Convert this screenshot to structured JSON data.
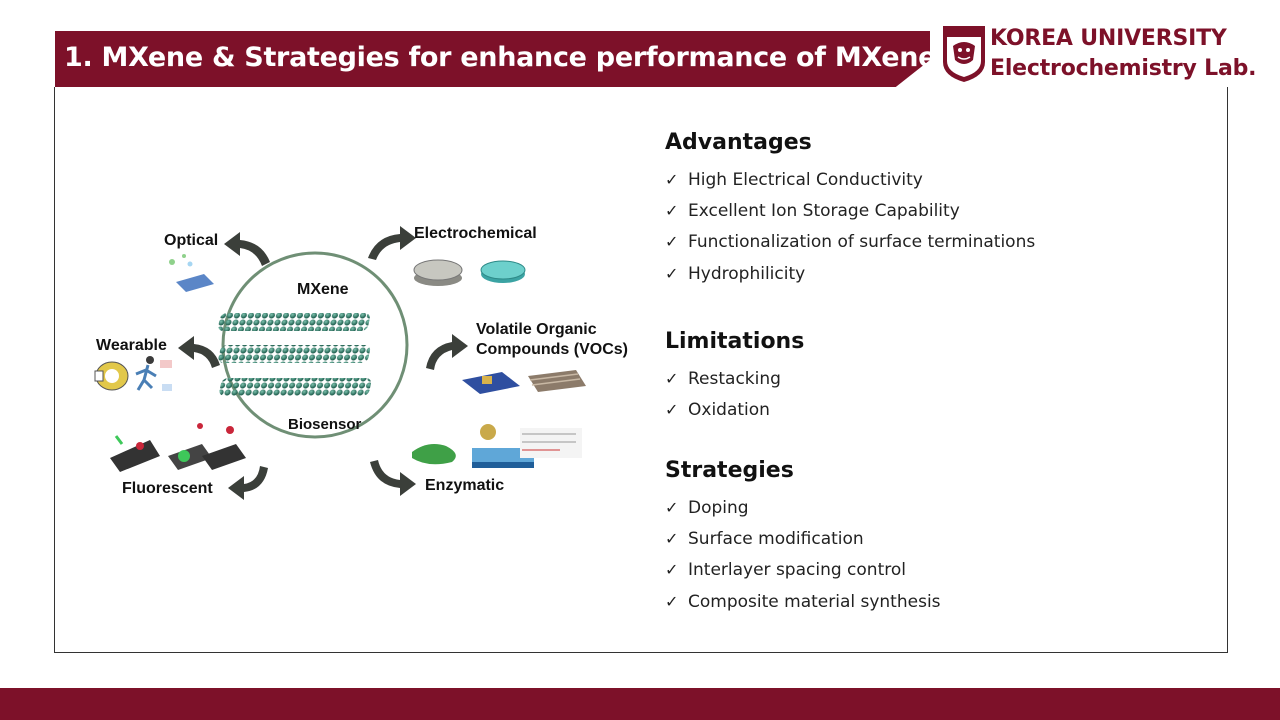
{
  "header": {
    "title": "1. MXene & Strategies for enhance performance of MXene"
  },
  "logo": {
    "line1": "KOREA UNIVERSITY",
    "line2": "Electrochemistry Lab."
  },
  "diagram": {
    "center": {
      "top_label": "MXene",
      "bottom_label": "Biosensor"
    },
    "labels": {
      "optical": "Optical",
      "electrochemical": "Electrochemical",
      "wearable": "Wearable",
      "voc_line1": "Volatile Organic",
      "voc_line2": "Compounds (VOCs)",
      "fluorescent": "Fluorescent",
      "enzymatic": "Enzymatic"
    }
  },
  "sections": {
    "advantages": {
      "heading": "Advantages",
      "items": [
        "High Electrical Conductivity",
        "Excellent Ion Storage Capability",
        "Functionalization of surface terminations",
        "Hydrophilicity"
      ]
    },
    "limitations": {
      "heading": "Limitations",
      "items": [
        "Restacking",
        "Oxidation"
      ]
    },
    "strategies": {
      "heading": "Strategies",
      "items": [
        "Doping",
        "Surface modification",
        "Interlayer spacing control",
        "Composite material synthesis"
      ]
    }
  },
  "check_symbol": "✓",
  "colors": {
    "brand": "#7d1129",
    "text": "#111111"
  }
}
